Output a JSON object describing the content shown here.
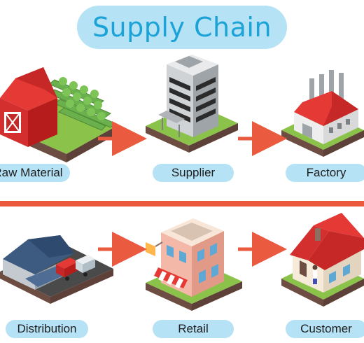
{
  "title": "Supply Chain",
  "stages": [
    {
      "label": "Raw Material",
      "icon": "barn-farm-icon"
    },
    {
      "label": "Supplier",
      "icon": "office-tower-icon"
    },
    {
      "label": "Factory",
      "icon": "factory-icon"
    },
    {
      "label": "Distribution",
      "icon": "warehouse-trucks-icon"
    },
    {
      "label": "Retail",
      "icon": "retail-store-icon"
    },
    {
      "label": "Customer",
      "icon": "house-icon"
    }
  ],
  "colors": {
    "accent": "#ea5a3f",
    "pill": "#b6e2f5",
    "title": "#1ba3d8"
  }
}
